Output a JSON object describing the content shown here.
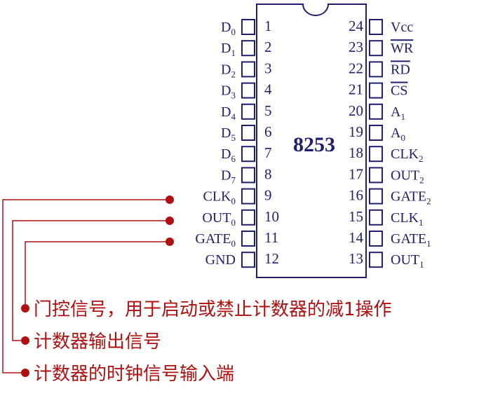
{
  "chip": {
    "name": "8253",
    "left_pins": [
      {
        "num": "1",
        "base": "D",
        "sub": "0"
      },
      {
        "num": "2",
        "base": "D",
        "sub": "1"
      },
      {
        "num": "3",
        "base": "D",
        "sub": "2"
      },
      {
        "num": "4",
        "base": "D",
        "sub": "3"
      },
      {
        "num": "5",
        "base": "D",
        "sub": "4"
      },
      {
        "num": "6",
        "base": "D",
        "sub": "5"
      },
      {
        "num": "7",
        "base": "D",
        "sub": "6"
      },
      {
        "num": "8",
        "base": "D",
        "sub": "7"
      },
      {
        "num": "9",
        "base": "CLK",
        "sub": "0"
      },
      {
        "num": "10",
        "base": "OUT",
        "sub": "0"
      },
      {
        "num": "11",
        "base": "GATE",
        "sub": "0"
      },
      {
        "num": "12",
        "base": "GND",
        "sub": ""
      }
    ],
    "right_pins": [
      {
        "num": "24",
        "base": "Vcc",
        "sub": "",
        "overline": false
      },
      {
        "num": "23",
        "base": "WR",
        "sub": "",
        "overline": true
      },
      {
        "num": "22",
        "base": "RD",
        "sub": "",
        "overline": true
      },
      {
        "num": "21",
        "base": "CS",
        "sub": "",
        "overline": true
      },
      {
        "num": "20",
        "base": "A",
        "sub": "1",
        "overline": false
      },
      {
        "num": "19",
        "base": "A",
        "sub": "0",
        "overline": false
      },
      {
        "num": "18",
        "base": "CLK",
        "sub": "2",
        "overline": false
      },
      {
        "num": "17",
        "base": "OUT",
        "sub": "2",
        "overline": false
      },
      {
        "num": "16",
        "base": "GATE",
        "sub": "2",
        "overline": false
      },
      {
        "num": "15",
        "base": "CLK",
        "sub": "1",
        "overline": false
      },
      {
        "num": "14",
        "base": "GATE",
        "sub": "1",
        "overline": false
      },
      {
        "num": "13",
        "base": "OUT",
        "sub": "1",
        "overline": false
      }
    ]
  },
  "annotations": [
    "门控信号，用于启动或禁止计数器的减1操作",
    "计数器输出信号",
    "计数器的时钟信号输入端"
  ],
  "colors": {
    "ink": "#1f1f6e",
    "accent": "#b01010"
  }
}
